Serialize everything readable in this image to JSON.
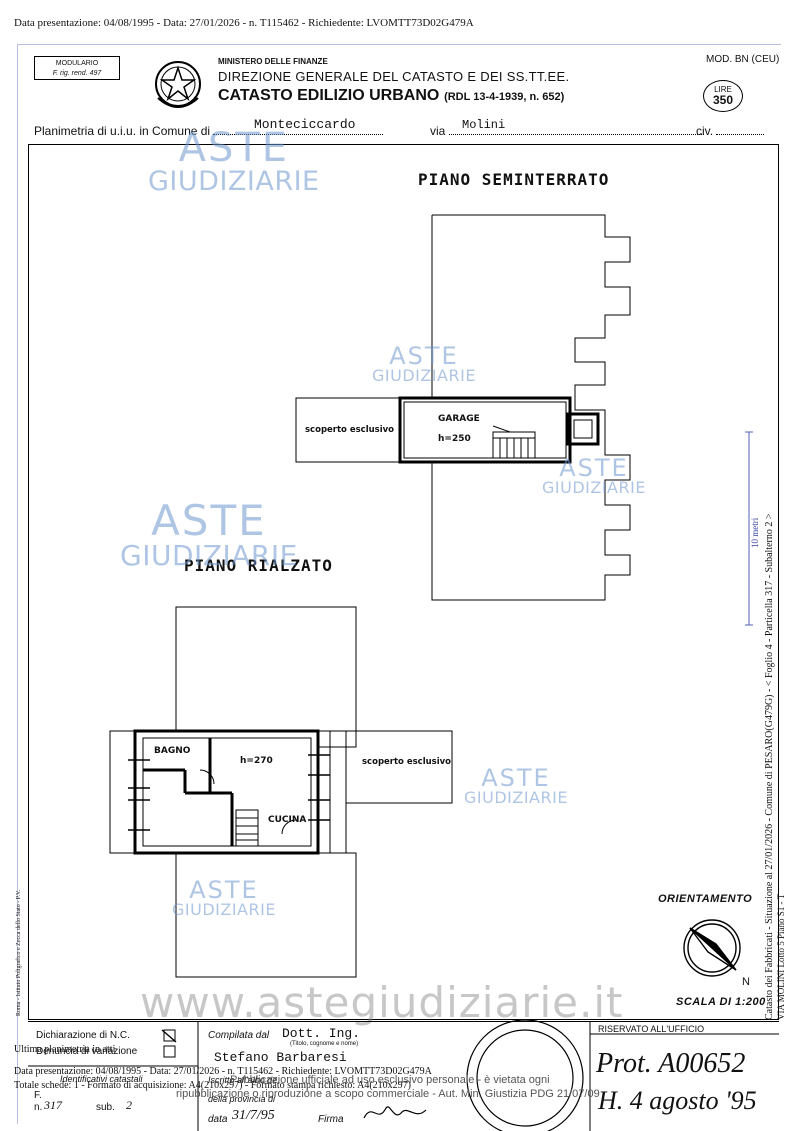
{
  "header_line": "Data presentazione: 04/08/1995 - Data: 27/01/2026 - n. T115462 - Richiedente: LVOMTT73D02G479A",
  "modulario": {
    "line1": "MODULARIO",
    "line2": "F. rig. rend. 497"
  },
  "ministero": "MINISTERO DELLE FINANZE",
  "direzione": "DIREZIONE GENERALE DEL CATASTO E DEI SS.TT.EE.",
  "catasto": "CATASTO EDILIZIO URBANO",
  "rdl": "(RDL 13-4-1939, n. 652)",
  "mod_bn": "MOD. BN (CEU)",
  "lire": {
    "label": "LIRE",
    "value": "350"
  },
  "planimetria": {
    "prefix": "Planimetria di u.i.u. in Comune di",
    "comune": "Monteciccardo",
    "via_label": "via",
    "via": "Molini",
    "civ_label": "civ."
  },
  "floors": {
    "seminterrato": "PIANO SEMINTERRATO",
    "rialzato": "PIANO RIALZATO"
  },
  "rooms": {
    "scoperto1": "scoperto esclusivo",
    "garage": "GARAGE",
    "garage_h": "h=250",
    "bagno": "BAGNO",
    "h270": "h=270",
    "cucina": "CUCINA",
    "scoperto2": "scoperto esclusivo"
  },
  "watermark": {
    "line1": "ASTE",
    "line2": "GIUDIZIARIE",
    "site": "www.astegiudiziarie.it"
  },
  "orientamento": "ORIENTAMENTO",
  "north": "N",
  "scala": "SCALA DI 1:200",
  "side_scale": "10 metri",
  "side_text": "Catasto dei Fabbricati - Situazione al 27/01/2026 - Comune di PESARO(G479G) - < Foglio 4 - Particella 317 - Subalterno 2 >",
  "side_text2": "VIA MOLINI Lotto 5 Piano S1 - T",
  "printer": "Roma - Istituto Poligrafico e Zecca dello Stato - P.V.",
  "bottom": {
    "dichiarazione": "Dichiarazione di N.C.",
    "denuncia": "Denuncia di variazione",
    "ultima": "Ultima planimetria in atti",
    "identificativi": "Identificativi catastali",
    "f_label": "F.",
    "f_val": "317",
    "sub_label": "sub.",
    "sub_val": "2",
    "n_label": "n.",
    "compilata": "Compilata dal",
    "compilata_val": "Dott. Ing.",
    "titolo": "(Titolo, cognome e nome)",
    "nome": "Stefano Barbaresi",
    "iscritto": "Iscritto all'albo de",
    "provincia": "della provincia di",
    "data_label": "data",
    "data_val": "31/7/95",
    "firma": "Firma",
    "riservato": "RISERVATO ALL'UFFICIO",
    "prot": "Prot. A00652",
    "handdate": "H. 4 agosto '95"
  },
  "overlay": {
    "line1": "Data presentazione: 04/08/1995 - Data: 27/01/2026 - n. T115462 - Richiedente: LVOMTT73D02G479A",
    "line2": "Totale schede: 1 - Formato di acquisizione: A4(210x297) - Formato stampa richiesto: A4(210x297)",
    "pub1": "Pubblicazione ufficiale ad uso esclusivo personale - è vietata ogni",
    "pub2": "ripubblicazione o riproduzione a scopo commerciale - Aut. Min. Giustizia PDG 21/07/09"
  }
}
